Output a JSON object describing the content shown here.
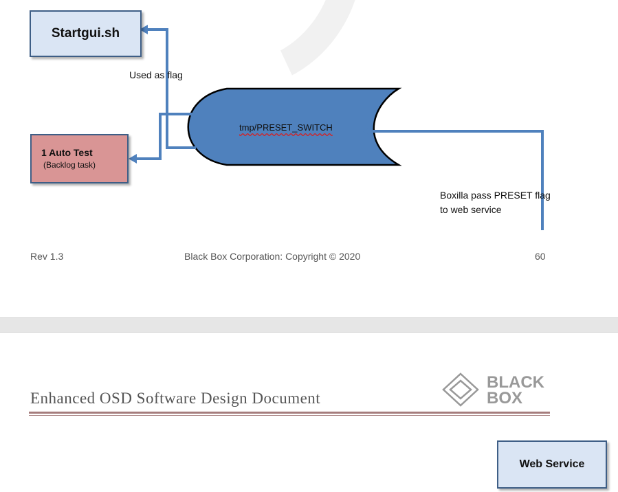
{
  "diagram": {
    "startgui_label": "Startgui.sh",
    "flag_label": "Used as flag",
    "preset_label": "tmp/PRESET_SWITCH",
    "autotest_title": "1 Auto Test",
    "autotest_subtitle": "(Backlog task)",
    "boxilla_line1": "Boxilla  pass  PRESET  flag",
    "boxilla_line2": "to web service"
  },
  "footer": {
    "revision": "Rev 1.3",
    "copyright": "Black Box Corporation: Copyright © 2020",
    "page_number": "60"
  },
  "header": {
    "document_title": "Enhanced OSD Software Design Document",
    "logo_line1": "BLACK",
    "logo_line2": "BOX"
  },
  "next_page": {
    "webservice_label": "Web Service"
  },
  "colors": {
    "arrow": "#4f81bd",
    "cylinder_fill": "#4f81bd",
    "startgui_fill": "#dae5f4",
    "autotest_fill": "#d99595",
    "header_rule": "#a57c7c"
  }
}
